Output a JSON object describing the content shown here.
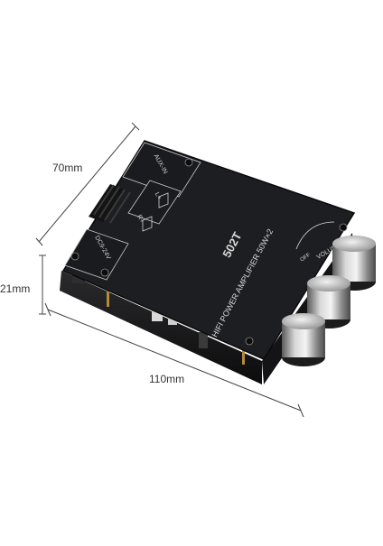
{
  "dimensions": {
    "width_label": "70mm",
    "height_label": "21mm",
    "length_label": "110mm"
  },
  "board": {
    "model": "502T",
    "line1": "HIFI   POWER   AMPLIFIER   50W×2",
    "volume_label": "VOLUME",
    "off_label": "OFF",
    "aux_label": "AUX-IN",
    "power_label": "DC9-24V",
    "left_label": "L+",
    "right_label": "R+"
  },
  "colors": {
    "panel": "#1e1f22",
    "panel_edge": "#0d0d0f",
    "print": "#d8d8d8",
    "knob": "#9a9a9a"
  }
}
